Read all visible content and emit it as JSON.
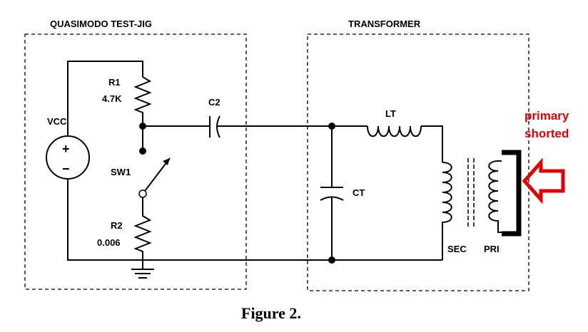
{
  "boxes": {
    "testjig_title": "QUASIMODO TEST-JIG",
    "transformer_title": "TRANSFORMER"
  },
  "components": {
    "r1_name": "R1",
    "r1_value": "4.7K",
    "r2_name": "R2",
    "r2_value": "0.006",
    "vcc": "VCC",
    "vcc_plus": "+",
    "vcc_minus": "−",
    "sw1": "SW1",
    "c2": "C2",
    "lt": "LT",
    "ct": "CT",
    "sec": "SEC",
    "pri": "PRI"
  },
  "annotation": {
    "line1": "primary",
    "line2": "shorted",
    "color": "#e00000"
  },
  "caption": "Figure 2."
}
